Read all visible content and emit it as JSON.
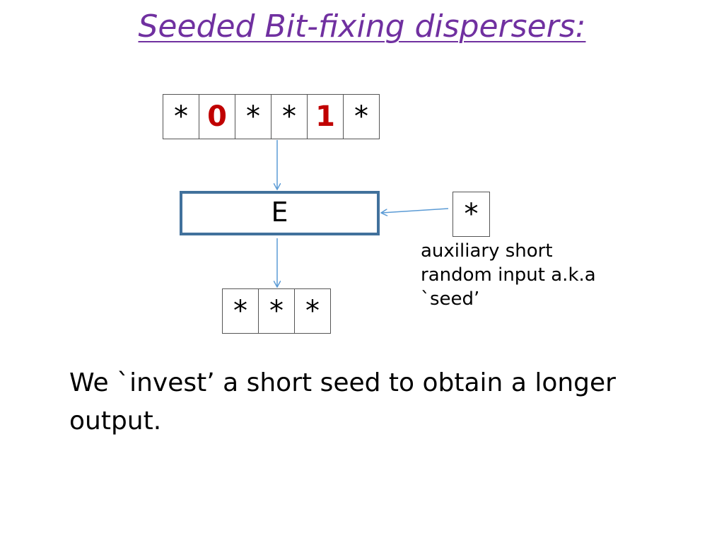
{
  "title": "Seeded Bit-fixing dispersers:",
  "colors": {
    "title": "#7030a0",
    "fixed_bit": "#c00000",
    "box_border": "#41719c",
    "arrow": "#5b9bd5"
  },
  "input_cells": [
    "*",
    "0",
    "*",
    "*",
    "1",
    "*"
  ],
  "extractor_label": "E",
  "seed_cell": "*",
  "output_cells": [
    "*",
    "*",
    "*"
  ],
  "seed_caption": "auxiliary short\nrandom input a.k.a\n`seed’",
  "body_text": "We `invest’  a short seed to obtain a longer output."
}
